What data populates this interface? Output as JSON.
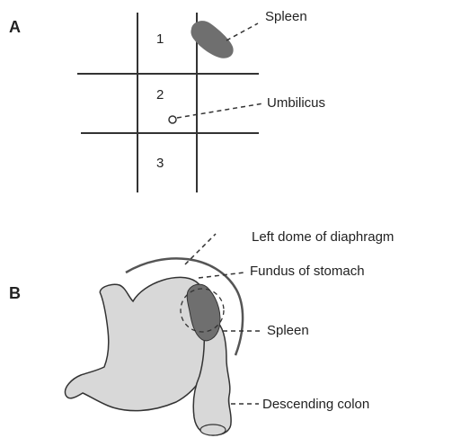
{
  "panel_a": {
    "letter": "A",
    "regions": [
      "1",
      "2",
      "3"
    ],
    "labels": {
      "spleen": "Spleen",
      "umbilicus": "Umbilicus"
    }
  },
  "panel_b": {
    "letter": "B",
    "labels": {
      "left_dome": "Left dome of diaphragm",
      "fundus": "Fundus of stomach",
      "spleen": "Spleen",
      "descending_colon": "Descending colon"
    }
  },
  "colors": {
    "line": "#333333",
    "spleen_fill": "#6f6f6f",
    "organ_fill": "#d8d8d8"
  }
}
